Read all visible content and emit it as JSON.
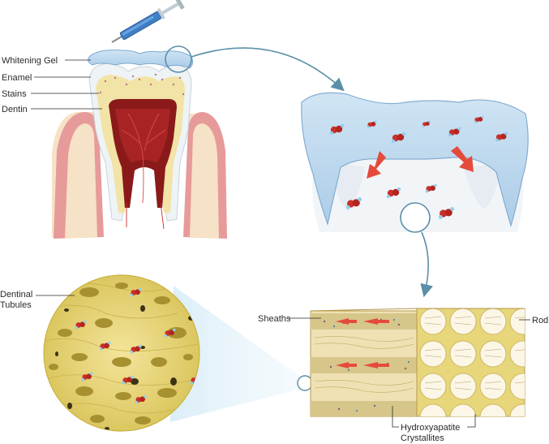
{
  "labels": {
    "whitening_gel": "Whitening Gel",
    "enamel": "Enamel",
    "stains": "Stains",
    "dentin": "Dentin",
    "dentinal_tubules_line1": "Dentinal",
    "dentinal_tubules_line2": "Tubules",
    "sheaths": "Sheaths",
    "rod": "Rod",
    "hydroxyapatite_line1": "Hydroxyapatite",
    "hydroxyapatite_line2": "Crystallites"
  },
  "icons": {
    "syringe": "syringe-icon",
    "peroxide_molecule": "peroxide-molecule-icon",
    "flow_arrow": "red-flow-arrow-icon"
  },
  "colors": {
    "gel": "#bcd8ee",
    "gel_stroke": "#7ea9cf",
    "enamel": "#eef3f6",
    "dentin": "#f2e3a6",
    "pulp": "#8a1a1a",
    "gum": "#e79a9a",
    "bone": "#f6e2c6",
    "dentin_texture": "#e6d676",
    "tubule": "#8a7a32",
    "molecule_red": "#c9302c",
    "molecule_blue": "#8fd0ee",
    "callout_line": "#5b8fa8",
    "arrow_red": "#e54b3c"
  }
}
